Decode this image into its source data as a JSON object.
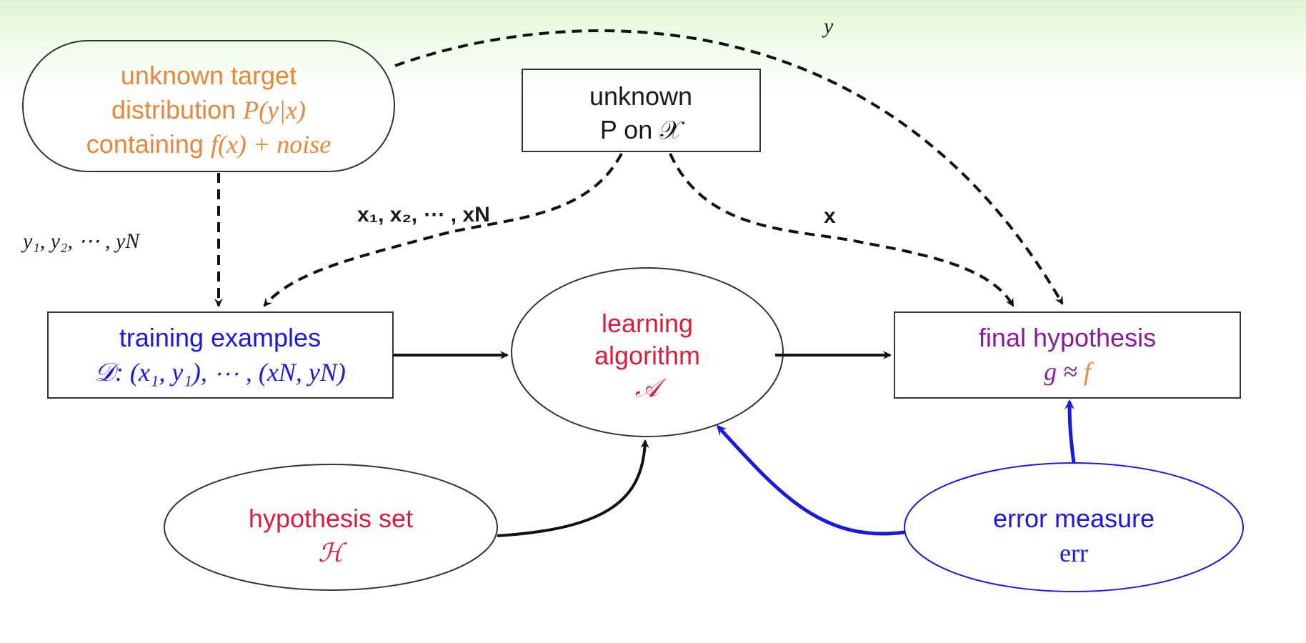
{
  "diagram": {
    "target_box": {
      "line1": "unknown target",
      "line2_prefix": "distribution ",
      "line2_math": "P(y|x)",
      "line3_prefix": "containing ",
      "line3_math": "f(x) + noise"
    },
    "input_box": {
      "line1": "unknown",
      "line2": "P on 𝒳"
    },
    "training_box": {
      "line1": "training examples",
      "line2": "𝒟: (x₁, y₁), ⋯ , (xN, yN)"
    },
    "learning_box": {
      "line1": "learning",
      "line2": "algorithm",
      "line3": "𝒜"
    },
    "final_box": {
      "line1": "final hypothesis",
      "line2_g": "g ≈",
      "line2_f": "f"
    },
    "hypothesis_box": {
      "line1": "hypothesis set",
      "line2": "ℋ"
    },
    "error_box": {
      "line1": "error measure",
      "line2": "err"
    },
    "edge_labels": {
      "y": "y",
      "ys": "y₁, y₂, ⋯ , yN",
      "xs": "x₁, x₂, ⋯ , xN",
      "x": "x"
    },
    "colors": {
      "orange": "#e8863a",
      "blue": "#1a1adf",
      "red": "#d81e3a",
      "purple": "#8a1a9a",
      "black": "#111111"
    }
  }
}
